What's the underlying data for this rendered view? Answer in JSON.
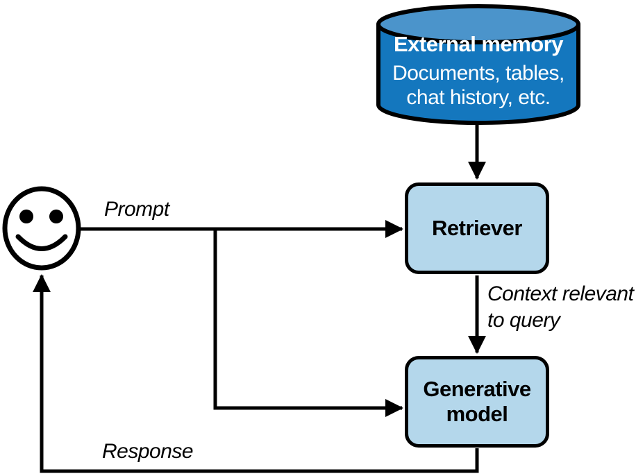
{
  "colors": {
    "cylinder_body": "#1477BE",
    "cylinder_top": "#4B94CB",
    "node_fill": "#B4D7EB",
    "line": "#000000",
    "text_on_blue": "#FFFFFF"
  },
  "nodes": {
    "external_memory": {
      "title": "External memory",
      "subtitle_line1": "Documents, tables,",
      "subtitle_line2": "chat history, etc."
    },
    "retriever": {
      "label": "Retriever"
    },
    "generative_model": {
      "label": "Generative model"
    }
  },
  "edges": {
    "prompt": "Prompt",
    "context_line1": "Context relevant",
    "context_line2": "to query",
    "response": "Response"
  }
}
